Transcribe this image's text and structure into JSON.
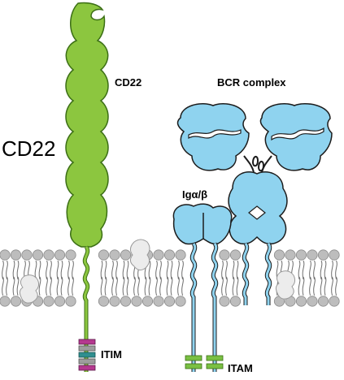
{
  "labels": {
    "title": "CD22",
    "cd22": "CD22",
    "bcr_complex": "BCR complex",
    "ig_alpha_beta": "Igα/β",
    "itim": "ITIM",
    "itam": "ITAM"
  },
  "colors": {
    "cd22_fill": "#8cc63f",
    "cd22_stroke": "#3b6e15",
    "bcr_fill": "#8fd3ef",
    "bcr_stroke": "#1c1c1c",
    "lipid_head": "#bdbdbd",
    "itim_magenta": "#b5388f",
    "itim_grey": "#9d9d9d",
    "itim_teal": "#2f8f8f",
    "itam_green": "#7ac043"
  }
}
